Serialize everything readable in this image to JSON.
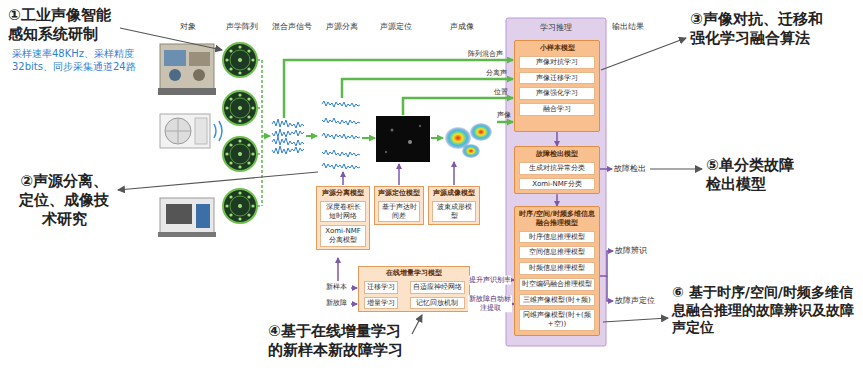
{
  "diagram": {
    "nodes": [
      {
        "text": [
          "小样本模型"
        ]
      },
      {
        "text": [
          "声像对抗学习"
        ],
        "in": 0
      },
      {
        "text": [
          "声像迁移学习"
        ],
        "in": 0
      },
      {
        "text": [
          "声像强化学习"
        ],
        "in": 0
      },
      {
        "text": [
          "融合学习"
        ],
        "in": 0
      },
      {
        "text": [
          "故障检出模型"
        ]
      },
      {
        "text": [
          "生成对抗异常分类"
        ],
        "in": 5
      },
      {
        "text": [
          "Xomi-NMF分类"
        ],
        "in": 5
      },
      {
        "text": [
          "时序/空间/时频多维信息融合推理模型"
        ]
      },
      {
        "text": [
          "时序信息推理模型"
        ],
        "in": 8
      },
      {
        "text": [
          "空间信息推理模型"
        ],
        "in": 8
      },
      {
        "text": [
          "时频信息推理模型"
        ],
        "in": 8
      },
      {
        "text": [
          "时空编码融合推理模型"
        ],
        "in": 8
      },
      {
        "text": [
          "三维声像模型(时+频)"
        ],
        "in": 8
      },
      {
        "text": [
          "同维声像模型(时+(频+空))"
        ],
        "in": 8
      },
      {
        "text": [
          "声源分离模型"
        ]
      },
      {
        "text": [
          "深度卷积长短时网络"
        ],
        "in": 15
      },
      {
        "text": [
          "Xomi-NMF分离模型"
        ],
        "in": 15
      },
      {
        "text": [
          "声源定位模型"
        ]
      },
      {
        "text": [
          "基于声达时间差"
        ],
        "in": 18
      },
      {
        "text": [
          "声源成像模型"
        ]
      },
      {
        "text": [
          "波束成形模型"
        ],
        "in": 20
      },
      {
        "text": [
          "在线增量学习模型"
        ]
      },
      {
        "text": [
          "迁移学习"
        ],
        "in": 22
      },
      {
        "text": [
          "自适应神经网络"
        ],
        "in": 22
      },
      {
        "text": [
          "增量学习"
        ],
        "in": 22
      },
      {
        "text": [
          "记忆回放机制"
        ],
        "in": 22
      }
    ],
    "edges": [
      {
        "from": 0,
        "to": 5,
        "arrow": "to"
      },
      {
        "from": 5,
        "to": 8,
        "arrow": "to"
      },
      {
        "from": 23,
        "to": 24,
        "arrow": "to"
      },
      {
        "from": 25,
        "to": 26,
        "arrow": "to"
      },
      {
        "from": 22,
        "to": 8,
        "label": "提升声识别率",
        "arrow": "to"
      },
      {
        "from": 22,
        "to": 8,
        "label": "新故障自动标注提取",
        "arrow": "to"
      }
    ],
    "labels": [
      "对象",
      "声学阵列",
      "混合声信号",
      "声源分离",
      "声源定位",
      "声成像",
      "学习推理",
      "输出结果",
      "①工业声像智能感知系统研制",
      "采样速率48KHz、采样精度32bits、同步采集通道24路",
      "②声源分离、定位、成像技术研究",
      "③声像对抗、迁移和强化学习融合算法",
      "④基于在线增量学习的新样本新故障学习",
      "⑤单分类故障检出模型",
      "⑥ 基于时序/空间/时频多维信息融合推理的故障辨识及故障声定位",
      "阵列混合声",
      "分离声",
      "位置",
      "声像",
      "故障检出",
      "故障辨识",
      "故障声定位",
      "新样本",
      "新故障"
    ]
  }
}
